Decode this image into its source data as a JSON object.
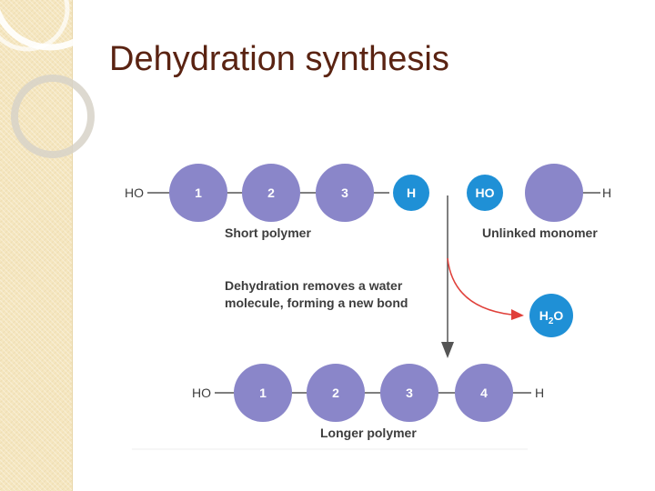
{
  "slide": {
    "title": "Dehydration synthesis"
  },
  "diagram": {
    "top_row": {
      "left_terminal": "HO",
      "monomers": [
        "1",
        "2",
        "3"
      ],
      "h_group": "H",
      "ho_group": "HO",
      "right_terminal": "H",
      "short_polymer_caption": "Short polymer",
      "unlinked_monomer_caption": "Unlinked monomer"
    },
    "reaction": {
      "note_line1": "Dehydration removes a water",
      "note_line2": "molecule, forming a new bond",
      "water_main": "H",
      "water_sub": "2",
      "water_end": "O"
    },
    "bottom_row": {
      "left_terminal": "HO",
      "monomers": [
        "1",
        "2",
        "3",
        "4"
      ],
      "right_terminal": "H",
      "caption": "Longer polymer"
    }
  },
  "colors": {
    "monomer": "#8a86c9",
    "functional_group": "#1f90d6",
    "arrow_red": "#e0403a",
    "title": "#5a2312",
    "strip": "#f5e6bf"
  }
}
